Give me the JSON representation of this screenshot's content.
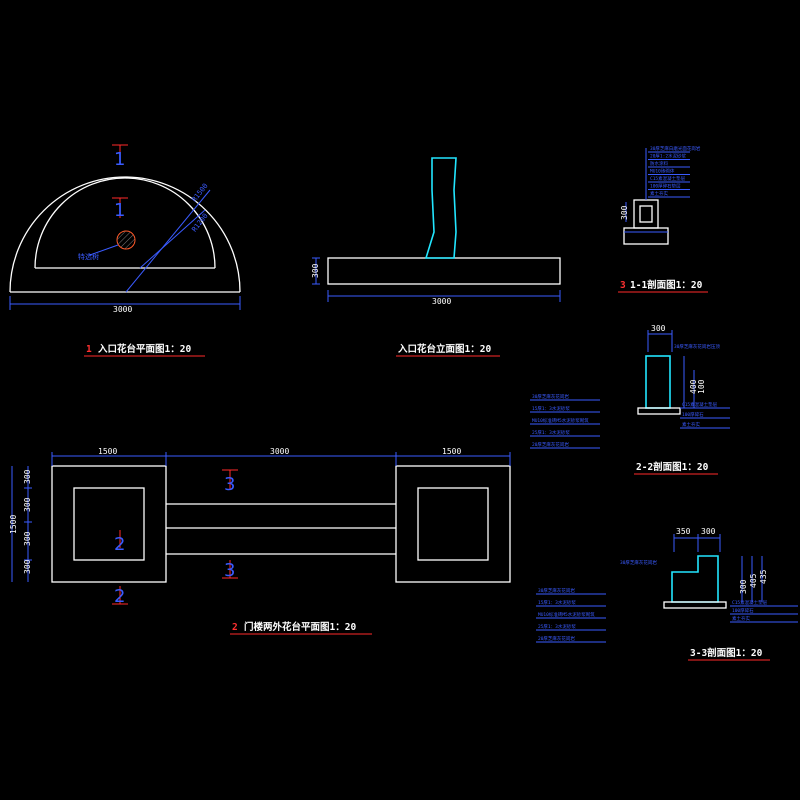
{
  "colors": {
    "background": "#000000",
    "outline": "#ffffff",
    "dimension": "#3a5bff",
    "section": "#ff2a2a",
    "detail": "#22e6ff"
  },
  "plan1": {
    "title_num": "1",
    "title": "入口花台平面图1：20",
    "dim_width": "3000",
    "dim_r_outer": "R1500",
    "dim_r_inner": "R1200",
    "label_tree": "特选树",
    "marker_top": "1",
    "marker_mid": "1"
  },
  "elev": {
    "title": "入口花台立面图1：20",
    "dim_width": "3000",
    "dim_height": "300"
  },
  "sec11": {
    "title_num": "3",
    "title": "1-1剖面图1：20",
    "dim_height": "300",
    "notes": [
      "30厚芝麻白磨光面花岗岩",
      "20厚1:2水泥砂浆",
      "防水涂料",
      "MU10砖砌体",
      "C15素混凝土垫层",
      "100厚碎石垫层",
      "素土夯实"
    ]
  },
  "sec22": {
    "title": "2-2剖面图1：20",
    "dim_top": "300",
    "dim_h1": "400",
    "dim_h2": "100",
    "top_note": "30厚芝麻灰花岗岩压顶",
    "notes_left": [
      "30厚芝麻灰花岗岩",
      "15厚1：3水泥砂浆",
      "MU10标准砖M5水泥砂浆砌筑",
      "25厚1：3水泥砂浆",
      "20厚芝麻灰花岗岩"
    ],
    "notes_right": [
      "C15素混凝土垫层",
      "100厚碎石",
      "素土夯实"
    ]
  },
  "plan2": {
    "title_num": "2",
    "title": "门楼两外花台平面图1：20",
    "dim_left": "1500",
    "dim_mid": "3000",
    "dim_right": "1500",
    "dim_total_v": "1500",
    "dim_v": [
      "300",
      "300",
      "300",
      "300"
    ],
    "marker_2": "2",
    "marker_3": "3"
  },
  "sec33": {
    "title": "3-3剖面图1：20",
    "dim_top_a": "350",
    "dim_top_b": "300",
    "dim_h1": "300",
    "dim_h2": "405",
    "dim_h3": "435",
    "top_note": "30厚芝麻灰花岗岩",
    "notes_left": [
      "30厚芝麻灰花岗岩",
      "15厚1：3水泥砂浆",
      "MU10标准砖M5水泥砂浆砌筑",
      "25厚1：3水泥砂浆",
      "20厚芝麻灰花岗岩"
    ],
    "notes_right": [
      "C15素混凝土垫层",
      "100厚碎石",
      "素土夯实"
    ]
  }
}
